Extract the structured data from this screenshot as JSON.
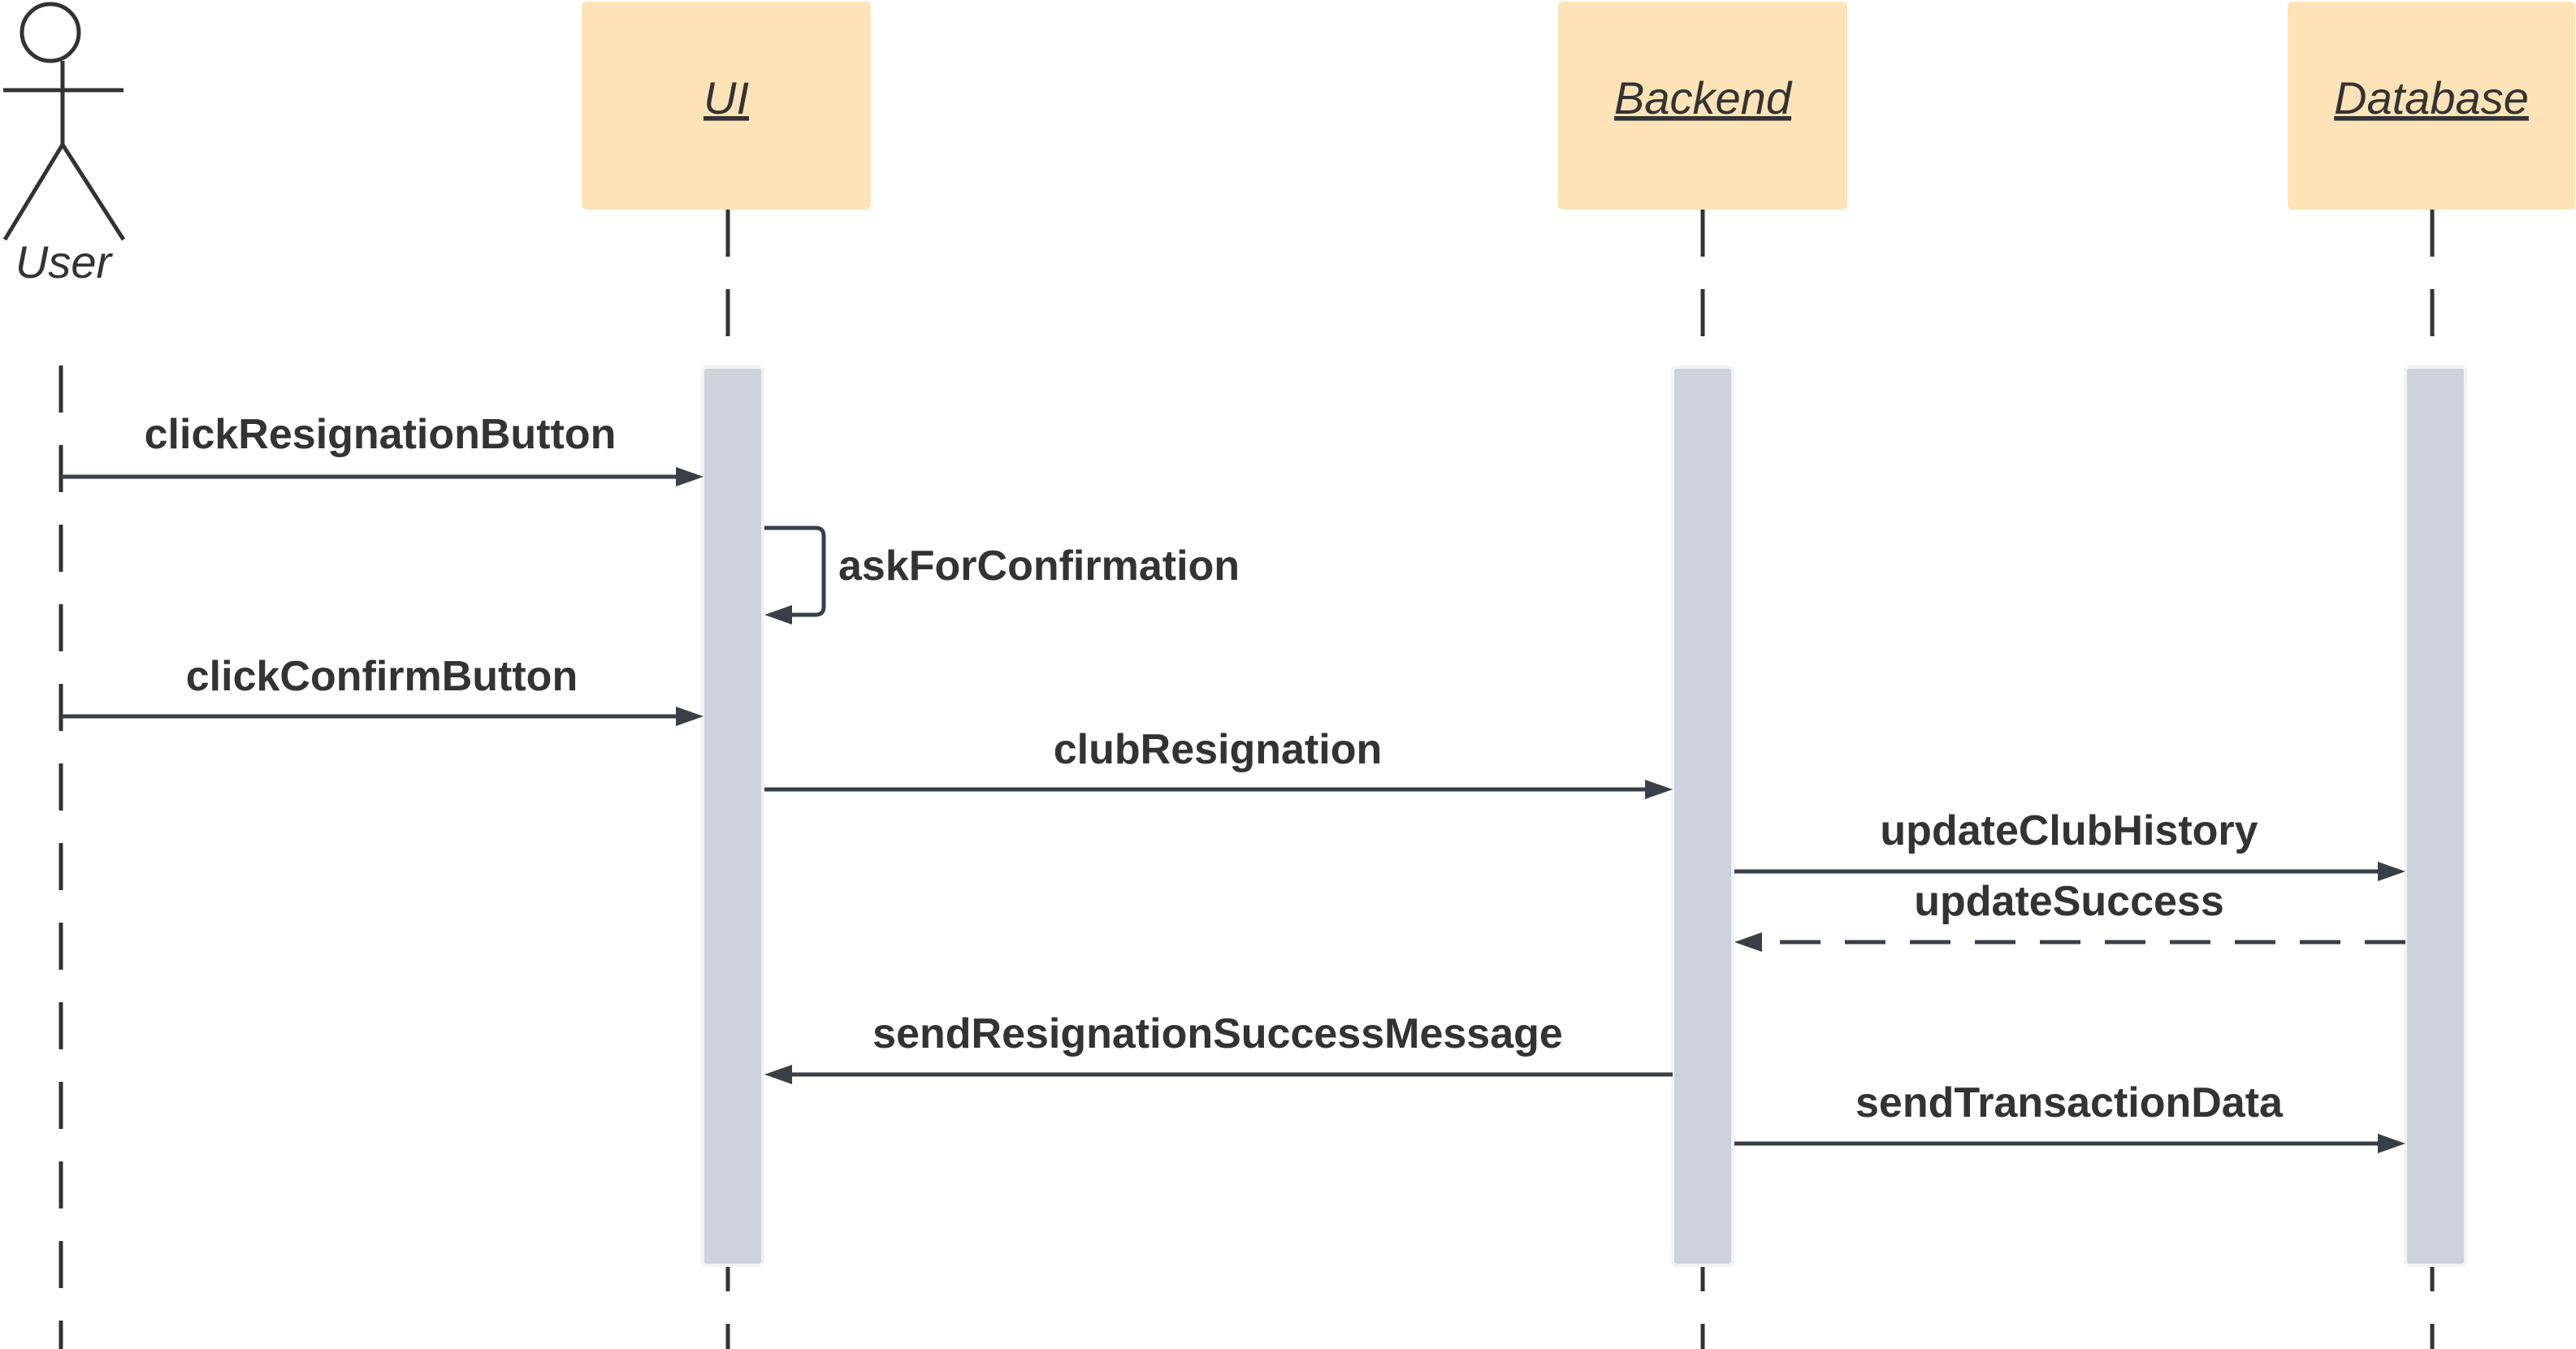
{
  "diagram": {
    "actor": {
      "label": "User"
    },
    "participants": [
      {
        "id": "ui",
        "label": "UI"
      },
      {
        "id": "backend",
        "label": "Backend"
      },
      {
        "id": "database",
        "label": "Database"
      }
    ],
    "messages": [
      {
        "id": "m1",
        "from": "User",
        "to": "UI",
        "label": "clickResignationButton",
        "style": "solid"
      },
      {
        "id": "m2",
        "from": "UI",
        "to": "UI",
        "label": "askForConfirmation",
        "style": "self"
      },
      {
        "id": "m3",
        "from": "User",
        "to": "UI",
        "label": "clickConfirmButton",
        "style": "solid"
      },
      {
        "id": "m4",
        "from": "UI",
        "to": "Backend",
        "label": "clubResignation",
        "style": "solid"
      },
      {
        "id": "m5",
        "from": "Backend",
        "to": "Database",
        "label": "updateClubHistory",
        "style": "solid"
      },
      {
        "id": "m6",
        "from": "Database",
        "to": "Backend",
        "label": "updateSuccess",
        "style": "dashed"
      },
      {
        "id": "m7",
        "from": "Backend",
        "to": "UI",
        "label": "sendResignationSuccessMessage",
        "style": "solid"
      },
      {
        "id": "m8",
        "from": "Backend",
        "to": "Database",
        "label": "sendTransactionData",
        "style": "solid"
      }
    ],
    "colors": {
      "participant_box": "#fde3b7",
      "activation_bar": "#cdd3dc",
      "line": "#3a3f47",
      "text": "#333333"
    }
  }
}
